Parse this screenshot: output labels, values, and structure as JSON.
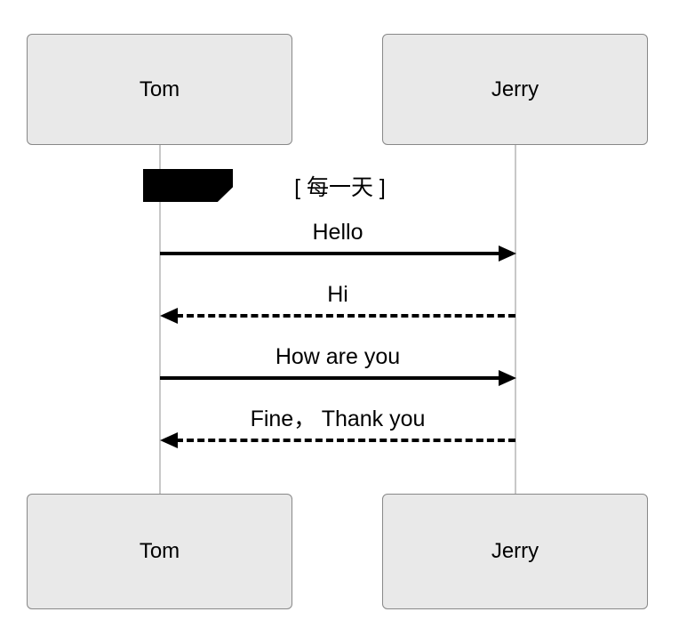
{
  "diagram": {
    "type": "sequence",
    "actors": [
      {
        "name": "Tom"
      },
      {
        "name": "Jerry"
      }
    ],
    "group": {
      "label": "[ 每一天 ]"
    },
    "messages": [
      {
        "label": "Hello",
        "from": "Tom",
        "to": "Jerry",
        "line": "solid",
        "direction": "right"
      },
      {
        "label": "Hi",
        "from": "Jerry",
        "to": "Tom",
        "line": "dashed",
        "direction": "left"
      },
      {
        "label": "How are you",
        "from": "Tom",
        "to": "Jerry",
        "line": "solid",
        "direction": "right"
      },
      {
        "label": "Fine， Thank you",
        "from": "Jerry",
        "to": "Tom",
        "line": "dashed",
        "direction": "left"
      }
    ],
    "colors": {
      "box_bg": "#e9e9e9",
      "box_border": "#888888",
      "lifeline": "#c8c8c8",
      "arrow": "#000000",
      "group_fill": "#000000"
    }
  }
}
